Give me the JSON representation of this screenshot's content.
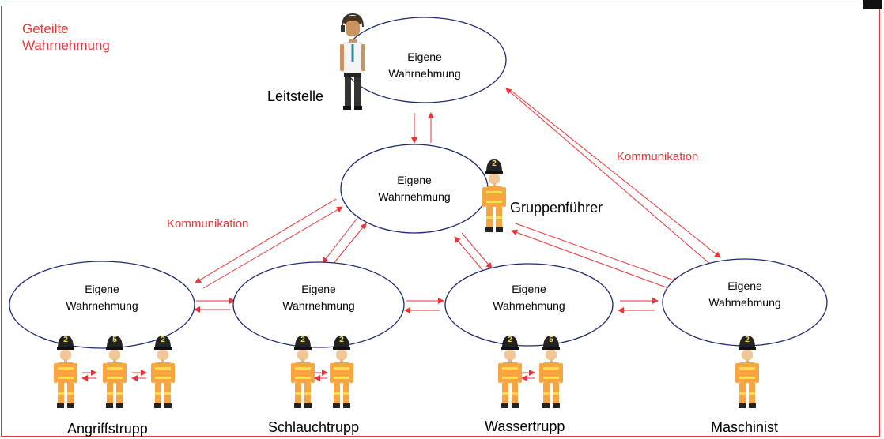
{
  "title": {
    "line1": "Geteilte",
    "line2": "Wahrnehmung"
  },
  "ellipse_text": {
    "line1": "Eigene",
    "line2": "Wahrnehmung"
  },
  "labels": {
    "leitstelle": "Leitstelle",
    "gruppenfuehrer": "Gruppenführer",
    "angriffstrupp": "Angriffstrupp",
    "schlauchtrupp": "Schlauchtrupp",
    "wassertrupp": "Wassertrupp",
    "maschinist": "Maschinist"
  },
  "communication_labels": {
    "left": "Kommunikation",
    "right": "Kommunikation"
  },
  "helmet_numbers": {
    "angriffstrupp": [
      "2",
      "5",
      "2"
    ],
    "schlauchtrupp": [
      "2",
      "2"
    ],
    "wassertrupp": [
      "2",
      "5"
    ],
    "maschinist": "2",
    "gruppenfuehrer": "2"
  },
  "colors": {
    "frame": "#e8353a",
    "arrow": "#e8353a",
    "ellipse": "#1f2a6b",
    "text": "#000000",
    "suit": "#f6a541",
    "helmet": "#222222",
    "helmet_number": "#f3e24b"
  }
}
